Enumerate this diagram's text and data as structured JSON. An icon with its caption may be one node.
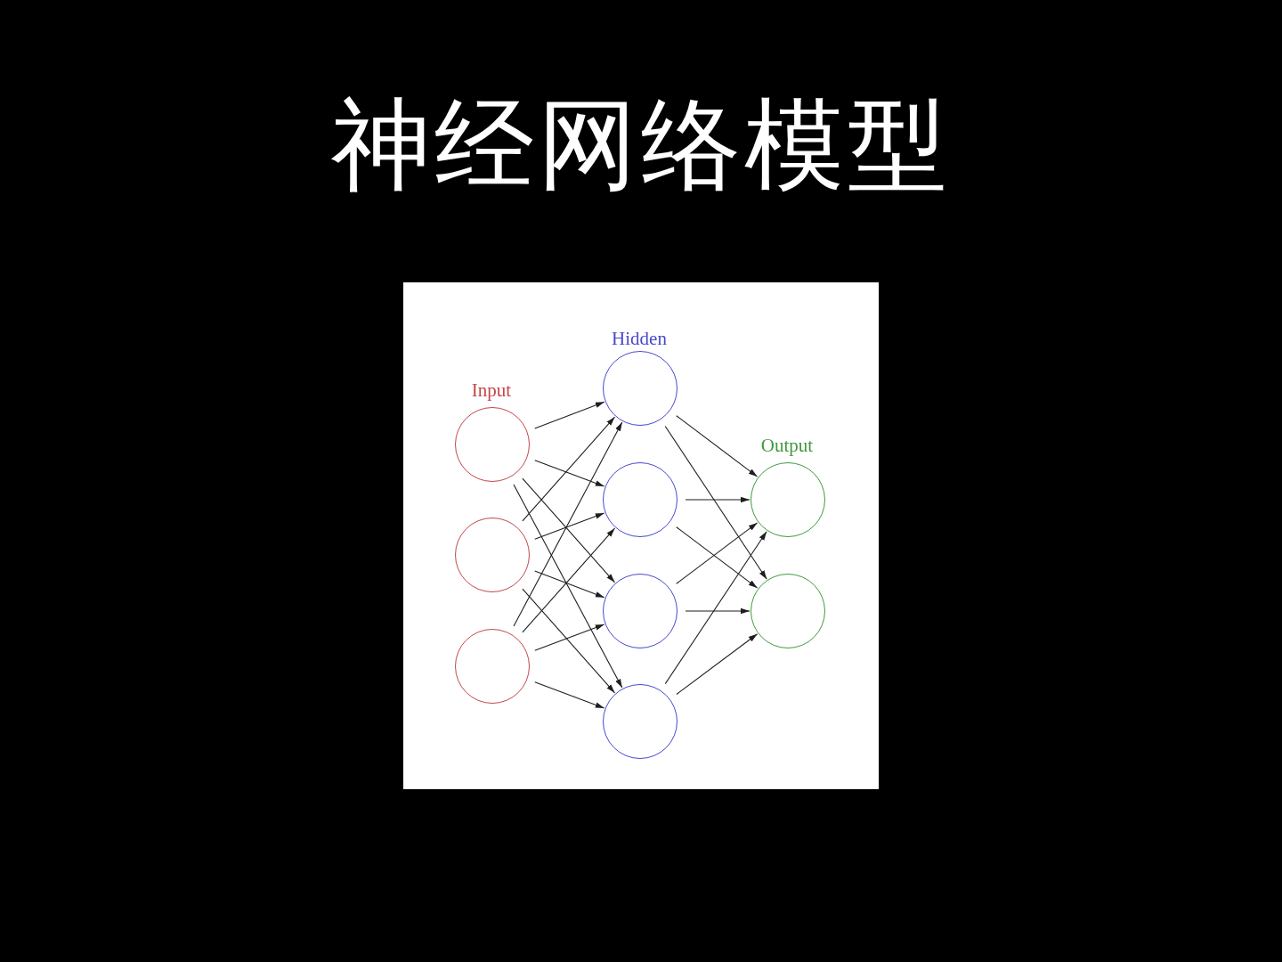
{
  "diagram": {
    "title": "神经网络模型",
    "nodes": [
      {
        "text": [],
        "shape": "circle"
      },
      {
        "text": [],
        "shape": "circle"
      },
      {
        "text": [],
        "shape": "circle"
      },
      {
        "text": [],
        "shape": "circle"
      },
      {
        "text": [],
        "shape": "circle"
      },
      {
        "text": [],
        "shape": "circle"
      },
      {
        "text": [],
        "shape": "circle"
      },
      {
        "text": [],
        "shape": "circle"
      },
      {
        "text": [],
        "shape": "circle"
      }
    ],
    "edges": [
      {
        "from": 0,
        "to": 3,
        "arrow": "to"
      },
      {
        "from": 0,
        "to": 4,
        "arrow": "to"
      },
      {
        "from": 0,
        "to": 5,
        "arrow": "to"
      },
      {
        "from": 0,
        "to": 6,
        "arrow": "to"
      },
      {
        "from": 1,
        "to": 3,
        "arrow": "to"
      },
      {
        "from": 1,
        "to": 4,
        "arrow": "to"
      },
      {
        "from": 1,
        "to": 5,
        "arrow": "to"
      },
      {
        "from": 1,
        "to": 6,
        "arrow": "to"
      },
      {
        "from": 2,
        "to": 3,
        "arrow": "to"
      },
      {
        "from": 2,
        "to": 4,
        "arrow": "to"
      },
      {
        "from": 2,
        "to": 5,
        "arrow": "to"
      },
      {
        "from": 2,
        "to": 6,
        "arrow": "to"
      },
      {
        "from": 3,
        "to": 7,
        "arrow": "to"
      },
      {
        "from": 3,
        "to": 8,
        "arrow": "to"
      },
      {
        "from": 4,
        "to": 7,
        "arrow": "to"
      },
      {
        "from": 4,
        "to": 8,
        "arrow": "to"
      },
      {
        "from": 5,
        "to": 7,
        "arrow": "to"
      },
      {
        "from": 5,
        "to": 8,
        "arrow": "to"
      },
      {
        "from": 6,
        "to": 7,
        "arrow": "to"
      },
      {
        "from": 6,
        "to": 8,
        "arrow": "to"
      }
    ],
    "labels": [
      "Input",
      "Hidden",
      "Output"
    ]
  }
}
